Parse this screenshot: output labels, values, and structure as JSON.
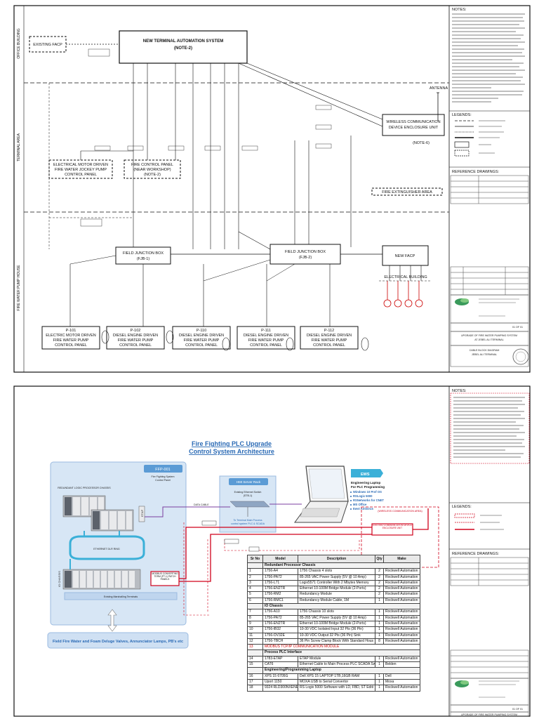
{
  "sheet1": {
    "zones": [
      "OFFICE BUILDING",
      "TERMINAL AREA",
      "FIRE WATER PUMP HOUSE"
    ],
    "main_system": {
      "title": "NEW TERMINAL AUTOMATION SYSTEM",
      "note": "(NOTE-2)"
    },
    "existing_faop": "EXISTING FACP",
    "new_faop": "NEW FACP",
    "antenna": "ANTENNA",
    "wireless": {
      "title": "WIRELESS COMMUNICATION",
      "subtitle": "DEVICE ENCLOSURE UNIT",
      "note": "(NOTE-6)"
    },
    "jockey_panel": {
      "l1": "ELECTRICAL MOTOR DRIVEN",
      "l2": "FIRE WATER JOCKEY PUMP",
      "l3": "CONTROL PANEL"
    },
    "fire_control_panel": {
      "l1": "FIRE CONTROL PANEL",
      "l2": "(NEAR WORKSHOP)",
      "l3": "(NOTE-2)"
    },
    "fire_extinguisher_area": "FIRE EXTINGUISHER AREA",
    "fjb1": {
      "title": "FIELD JUNCTION BOX",
      "tag": "(FJB-1)"
    },
    "fjb2": {
      "title": "FIELD JUNCTION BOX",
      "tag": "(FJB-2)"
    },
    "electrical_building": "ELECTRICAL BUILDING",
    "pumps": [
      {
        "tag": "P-101",
        "l1": "ELECTRIC MOTOR DRIVEN",
        "l2": "FIRE WATER PUMP",
        "l3": "CONTROL PANEL"
      },
      {
        "tag": "P-102",
        "l1": "DIESEL ENGINE DRIVEN",
        "l2": "FIRE WATER PUMP",
        "l3": "CONTROL PANEL"
      },
      {
        "tag": "P-110",
        "l1": "DIESEL ENGINE DRIVEN",
        "l2": "FIRE WATER PUMP",
        "l3": "CONTROL PANEL"
      },
      {
        "tag": "P-111",
        "l1": "DIESEL ENGINE DRIVEN",
        "l2": "FIRE WATER PUMP",
        "l3": "CONTROL PANEL"
      },
      {
        "tag": "P-112",
        "l1": "DIESEL ENGINE DRIVEN",
        "l2": "FIRE WATER PUMP",
        "l3": "CONTROL PANEL"
      }
    ],
    "notes_header": "NOTES:",
    "legends_header": "LEGENDS:",
    "reference_header": "REFERENCE DRAWINGS:",
    "title_block": {
      "l1": "UPGRADE OF FIRE WATER PUMPING SYSTEM",
      "l2": "AT JEBEL ALI TERMINAL",
      "l3": "CABLE BLOCK DIAGRAM",
      "l4": "JEBEL ALI TERMINAL",
      "sheet": "01 OF 01"
    }
  },
  "sheet2": {
    "title_l1": "Fire Fighting PLC Upgrade",
    "title_l2": "Control System Architecture",
    "ffp_tag": "FFP-001",
    "ffp_title": "Fire Fighting System",
    "ffp_sub": "Control Panel",
    "chassis": "REDUNDANT LOGIC PROCESSOR CHASSIS",
    "ring": "ETHERNET DLR RING",
    "io_chassis": "IO CHASSIS",
    "marshalling": "Existing Marshalling Terminals",
    "field": "Field Fire Water and Foam Deluge Valves, Annunciator Lamps, PB's etc",
    "hmi_tag": "HMI Server Rack",
    "switch": {
      "l1": "Existing Ethernet Switch",
      "l2": "(STB-1)"
    },
    "to_main": {
      "l1": "To Terminal Main Process",
      "l2": "control system PLC & SCADA"
    },
    "ews_tag": "EWS",
    "ews_title": "Engineering Laptop",
    "ews_sub": "For PLC Programming",
    "ews_items": [
      "Windows 10 Prof OS",
      "RSLogix 5000",
      "RSNetworks for CNET",
      "MS Office",
      "Ewst Antivirus"
    ],
    "etap": "ETAP",
    "modbus_box": "MODBUS CONVERTING TERM (PT-1) PATCH PANELS",
    "wireless_box": "EXISTING COMMUNICATION DEVICE ENCLOSURE UNIT",
    "wireless_area": "(WIRELESS COMMUNICATION AREA)",
    "cable_label": "DATA CABLE",
    "notes_header": "NOTES:",
    "legends_header": "LEGENDS:",
    "reference_header": "REFERENCE DRAWINGS:",
    "title_block": {
      "l1": "UPGRADE OF FIRE WATER PUMPING SYSTEM",
      "sheet": "01 OF 01"
    },
    "table": {
      "headers": [
        "Sr No",
        "Model",
        "Description",
        "Qty",
        "Make"
      ],
      "rows": [
        {
          "type": "sec",
          "cells": [
            "",
            "Redundant Processor Chassis",
            "",
            "",
            ""
          ]
        },
        {
          "cells": [
            "1",
            "1756-A4",
            "1756 Chassis 4 slots",
            "2",
            "Rockwell Automation"
          ]
        },
        {
          "cells": [
            "2",
            "1756-PA72",
            "85-265 VAC Power Supply (5V @ 10 Amp)",
            "2",
            "Rockwell Automation"
          ]
        },
        {
          "cells": [
            "3",
            "1756-L71",
            "Logix5571 Controller With 2 Mbytes Memory",
            "2",
            "Rockwell Automation"
          ]
        },
        {
          "cells": [
            "4",
            "1756-EN2TR",
            "Ethernet 10-100M Bridge Module (2-Ports)",
            "2",
            "Rockwell Automation"
          ]
        },
        {
          "cells": [
            "5",
            "1756-RM2",
            "Redundancy Module",
            "2",
            "Rockwell Automation"
          ]
        },
        {
          "cells": [
            "6",
            "1756-RMC1",
            "Redundancy Module Cable, 1M",
            "1",
            "Rockwell Automation"
          ]
        },
        {
          "type": "sec",
          "cells": [
            "",
            "IO Chassis",
            "",
            "",
            ""
          ]
        },
        {
          "cells": [
            "7",
            "1756-A10",
            "1756 Chassis 10 slots",
            "1",
            "Rockwell Automation"
          ]
        },
        {
          "cells": [
            "8",
            "1756-PA72",
            "85-265 VAC Power Supply (5V @ 10 Amp)",
            "1",
            "Rockwell Automation"
          ]
        },
        {
          "cells": [
            "9",
            "1756-EN2TR",
            "Ethernet 10-100M Bridge Module (2-Ports)",
            "1",
            "Rockwell Automation"
          ]
        },
        {
          "cells": [
            "10",
            "1756-IB32",
            "10-30 VDC Isolated Input 32 Pts (36 Pin)",
            "1",
            "Rockwell Automation"
          ]
        },
        {
          "cells": [
            "11",
            "1756-OV32E",
            "10-30 VDC Output 32 Pts (36 Pin) Sink",
            "1",
            "Rockwell Automation"
          ]
        },
        {
          "cells": [
            "12",
            "1756-TBCH",
            "36 Pin Screw Clamp Block With Standard Hous",
            "8",
            "Rockwell Automation"
          ]
        },
        {
          "type": "hl",
          "cells": [
            "13",
            "MODBUS TCP/IP COMMUNICATION MODULE",
            "",
            "",
            ""
          ]
        },
        {
          "type": "sec",
          "cells": [
            "",
            "Process PLC Interface",
            "",
            "",
            ""
          ]
        },
        {
          "cells": [
            "14",
            "1783-ETAP",
            "ETAP Module",
            "1",
            "Rockwell Automation"
          ]
        },
        {
          "cells": [
            "15",
            "CAT6",
            "Ethernet Cable to Main Process PLC SCADA Sw",
            "1",
            "Belden"
          ]
        },
        {
          "type": "sec",
          "cells": [
            "",
            "Engineering/Programming Laptop",
            "",
            "",
            ""
          ]
        },
        {
          "cells": [
            "16",
            "XPS 15 6705G",
            "Dell XPS 15 LAPTOP 1TB,16GB RAM",
            "1",
            "Dell"
          ]
        },
        {
          "cells": [
            "17",
            "Uport 1150",
            "MOXA USB to Serial Convertor",
            "1",
            "Moxa"
          ]
        },
        {
          "cells": [
            "18",
            "9324 RLD300NXENE",
            "RS Logix 5000 Software with LD, FBD, ST Editi",
            "1",
            "Rockwell Automation"
          ]
        }
      ]
    }
  },
  "colors": {
    "red": "#d0021b",
    "blue_panel": "#cfe0f3",
    "blue_header": "#5b9bd5",
    "purple": "#7b3fa0",
    "cyan": "#3bb0d8"
  }
}
